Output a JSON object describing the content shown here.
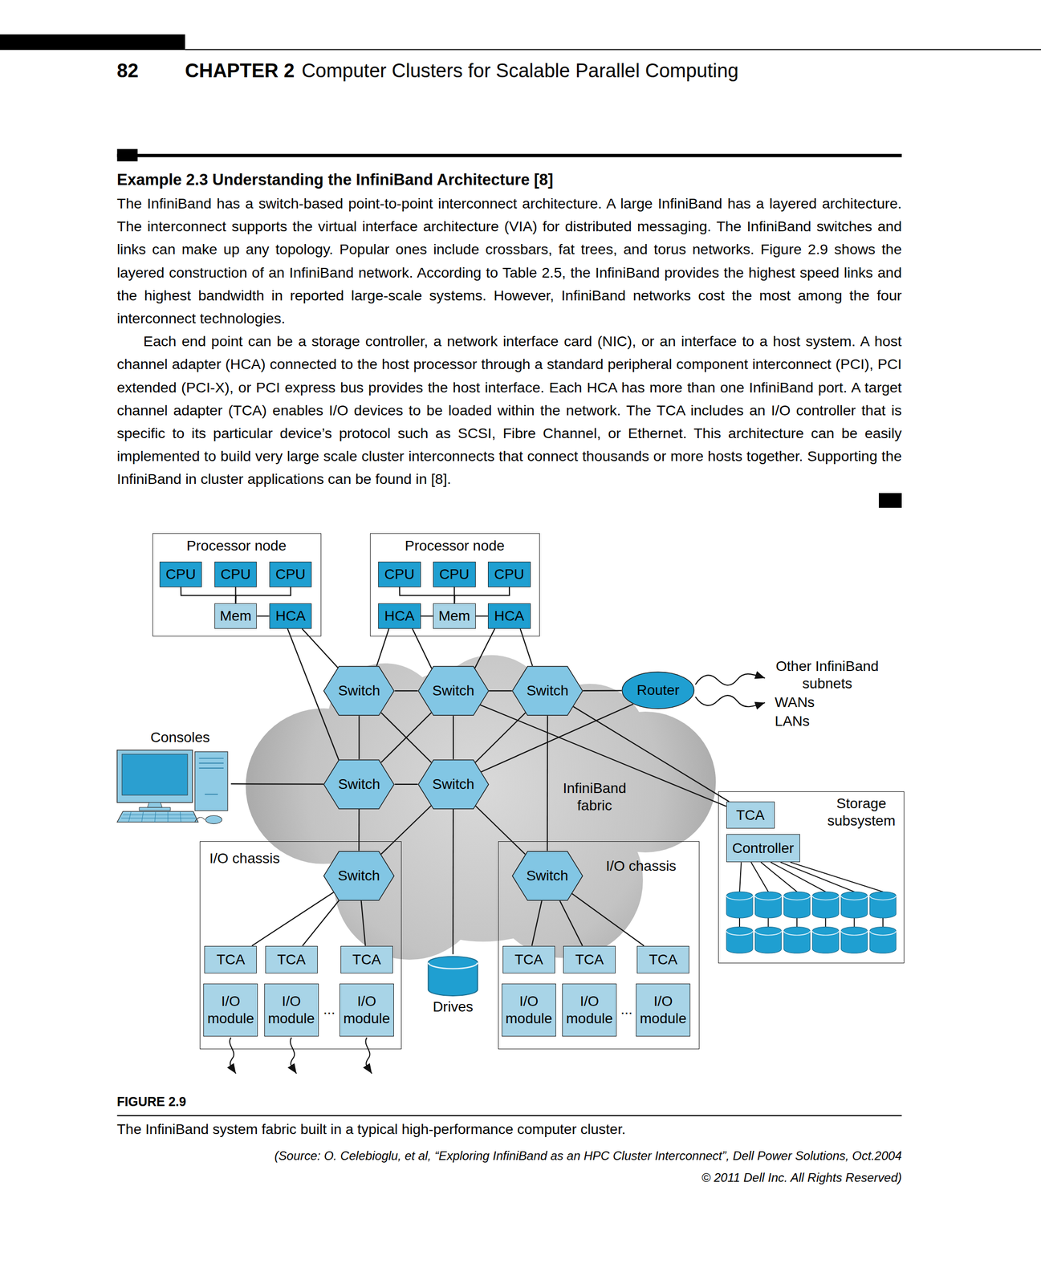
{
  "diagram": {
    "title": "Example 2.3 Understanding the InfiniBand Architecture [8]",
    "caption": "The InfiniBand system fabric built in a typical high-performance computer cluster.",
    "nodes": [
      {
        "text": [
          "Processor node"
        ]
      },
      {
        "text": [
          "CPU"
        ],
        "in": 0
      },
      {
        "text": [
          "CPU"
        ],
        "in": 0
      },
      {
        "text": [
          "CPU"
        ],
        "in": 0
      },
      {
        "text": [
          "Mem"
        ],
        "in": 0
      },
      {
        "text": [
          "HCA"
        ],
        "in": 0
      },
      {
        "text": [
          "Processor node"
        ]
      },
      {
        "text": [
          "CPU"
        ],
        "in": 6
      },
      {
        "text": [
          "CPU"
        ],
        "in": 6
      },
      {
        "text": [
          "CPU"
        ],
        "in": 6
      },
      {
        "text": [
          "HCA"
        ],
        "in": 6
      },
      {
        "text": [
          "Mem"
        ],
        "in": 6
      },
      {
        "text": [
          "HCA"
        ],
        "in": 6
      },
      {
        "text": [
          "InfiniBand fabric"
        ]
      },
      {
        "text": [
          "Switch"
        ],
        "in": 13
      },
      {
        "text": [
          "Switch"
        ],
        "in": 13
      },
      {
        "text": [
          "Switch"
        ],
        "in": 13
      },
      {
        "text": [
          "Router"
        ]
      },
      {
        "text": [
          "Consoles"
        ]
      },
      {
        "text": [
          "Switch"
        ],
        "in": 13
      },
      {
        "text": [
          "Switch"
        ],
        "in": 13
      },
      {
        "text": [
          "Storage subsystem"
        ]
      },
      {
        "text": [
          "TCA"
        ],
        "in": 21
      },
      {
        "text": [
          "Controller"
        ],
        "in": 21
      },
      {
        "text": [
          "I/O chassis"
        ]
      },
      {
        "text": [
          "Switch"
        ],
        "in": 24
      },
      {
        "text": [
          "TCA"
        ],
        "in": 24
      },
      {
        "text": [
          "TCA"
        ],
        "in": 24
      },
      {
        "text": [
          "TCA"
        ],
        "in": 24
      },
      {
        "text": [
          "I/O module"
        ],
        "in": 24
      },
      {
        "text": [
          "I/O module"
        ],
        "in": 24
      },
      {
        "text": [
          "I/O module"
        ],
        "in": 24
      },
      {
        "text": [
          "Drives"
        ]
      },
      {
        "text": [
          "I/O chassis"
        ]
      },
      {
        "text": [
          "Switch"
        ],
        "in": 33
      },
      {
        "text": [
          "TCA"
        ],
        "in": 33
      },
      {
        "text": [
          "TCA"
        ],
        "in": 33
      },
      {
        "text": [
          "TCA"
        ],
        "in": 33
      },
      {
        "text": [
          "I/O module"
        ],
        "in": 33
      },
      {
        "text": [
          "I/O module"
        ],
        "in": 33
      },
      {
        "text": [
          "I/O module"
        ],
        "in": 33
      }
    ],
    "edges": [
      {
        "from": 1,
        "to": 4,
        "arrow": "none"
      },
      {
        "from": 2,
        "to": 4,
        "arrow": "none"
      },
      {
        "from": 3,
        "to": 4,
        "arrow": "none"
      },
      {
        "from": 4,
        "to": 5,
        "arrow": "none"
      },
      {
        "from": 7,
        "to": 11,
        "arrow": "none"
      },
      {
        "from": 8,
        "to": 11,
        "arrow": "none"
      },
      {
        "from": 9,
        "to": 11,
        "arrow": "none"
      },
      {
        "from": 10,
        "to": 11,
        "arrow": "none"
      },
      {
        "from": 11,
        "to": 12,
        "arrow": "none"
      },
      {
        "from": 5,
        "to": 14,
        "arrow": "none"
      },
      {
        "from": 5,
        "to": 19,
        "arrow": "none"
      },
      {
        "from": 10,
        "to": 14,
        "arrow": "none"
      },
      {
        "from": 10,
        "to": 15,
        "arrow": "none"
      },
      {
        "from": 12,
        "to": 15,
        "arrow": "none"
      },
      {
        "from": 12,
        "to": 16,
        "arrow": "none"
      },
      {
        "from": 14,
        "to": 15,
        "arrow": "none"
      },
      {
        "from": 15,
        "to": 16,
        "arrow": "none"
      },
      {
        "from": 16,
        "to": 17,
        "arrow": "none"
      },
      {
        "from": 14,
        "to": 19,
        "arrow": "none"
      },
      {
        "from": 14,
        "to": 20,
        "arrow": "none"
      },
      {
        "from": 15,
        "to": 19,
        "arrow": "none"
      },
      {
        "from": 15,
        "to": 20,
        "arrow": "none"
      },
      {
        "from": 16,
        "to": 20,
        "arrow": "none"
      },
      {
        "from": 17,
        "to": 20,
        "arrow": "none"
      },
      {
        "from": 15,
        "to": 22,
        "arrow": "none"
      },
      {
        "from": 16,
        "to": 22,
        "arrow": "none"
      },
      {
        "from": 16,
        "to": 34,
        "arrow": "none"
      },
      {
        "from": 18,
        "to": 19,
        "arrow": "none"
      },
      {
        "from": 19,
        "to": 20,
        "arrow": "none"
      },
      {
        "from": 19,
        "to": 25,
        "arrow": "none"
      },
      {
        "from": 20,
        "to": 25,
        "arrow": "none"
      },
      {
        "from": 20,
        "to": 32,
        "arrow": "none"
      },
      {
        "from": 20,
        "to": 34,
        "arrow": "none"
      },
      {
        "from": 25,
        "to": 26,
        "arrow": "none"
      },
      {
        "from": 25,
        "to": 27,
        "arrow": "none"
      },
      {
        "from": 25,
        "to": 28,
        "arrow": "none"
      },
      {
        "from": 34,
        "to": 35,
        "arrow": "none"
      },
      {
        "from": 34,
        "to": 36,
        "arrow": "none"
      },
      {
        "from": 34,
        "to": 37,
        "arrow": "none"
      }
    ],
    "labels": [
      "82",
      "CHAPTER 2",
      "Computer Clusters for Scalable Parallel Computing",
      "The InfiniBand has a switch-based point-to-point interconnect architecture. A large InfiniBand has a layered architecture. The interconnect supports the virtual interface architecture (VIA) for distributed messaging. The InfiniBand switches and links can make up any topology. Popular ones include crossbars, fat trees, and torus networks. Figure 2.9 shows the layered construction of an InfiniBand network. According to Table 2.5, the InfiniBand provides the highest speed links and the highest bandwidth in reported large-scale systems. However, InfiniBand networks cost the most among the four interconnect technologies.",
      "Each end point can be a storage controller, a network interface card (NIC), or an interface to a host system. A host channel adapter (HCA) connected to the host processor through a standard peripheral component interconnect (PCI), PCI extended (PCI-X), or PCI express bus provides the host interface. Each HCA has more than one InfiniBand port. A target channel adapter (TCA) enables I/O devices to be loaded within the network. The TCA includes an I/O controller that is specific to its particular device’s protocol such as SCSI, Fibre Channel, or Ethernet. This architecture can be easily implemented to build very large scale cluster interconnects that connect thousands or more hosts together. Supporting the InfiniBand in cluster applications can be found in [8].",
      "Other InfiniBand subnets",
      "WANs",
      "LANs",
      "...",
      "...",
      "FIGURE 2.9",
      "(Source: O. Celebioglu, et al, “Exploring InfiniBand as an HPC Cluster Interconnect”, Dell Power Solutions, Oct.2004 © 2011 Dell Inc. All Rights Reserved)"
    ]
  }
}
